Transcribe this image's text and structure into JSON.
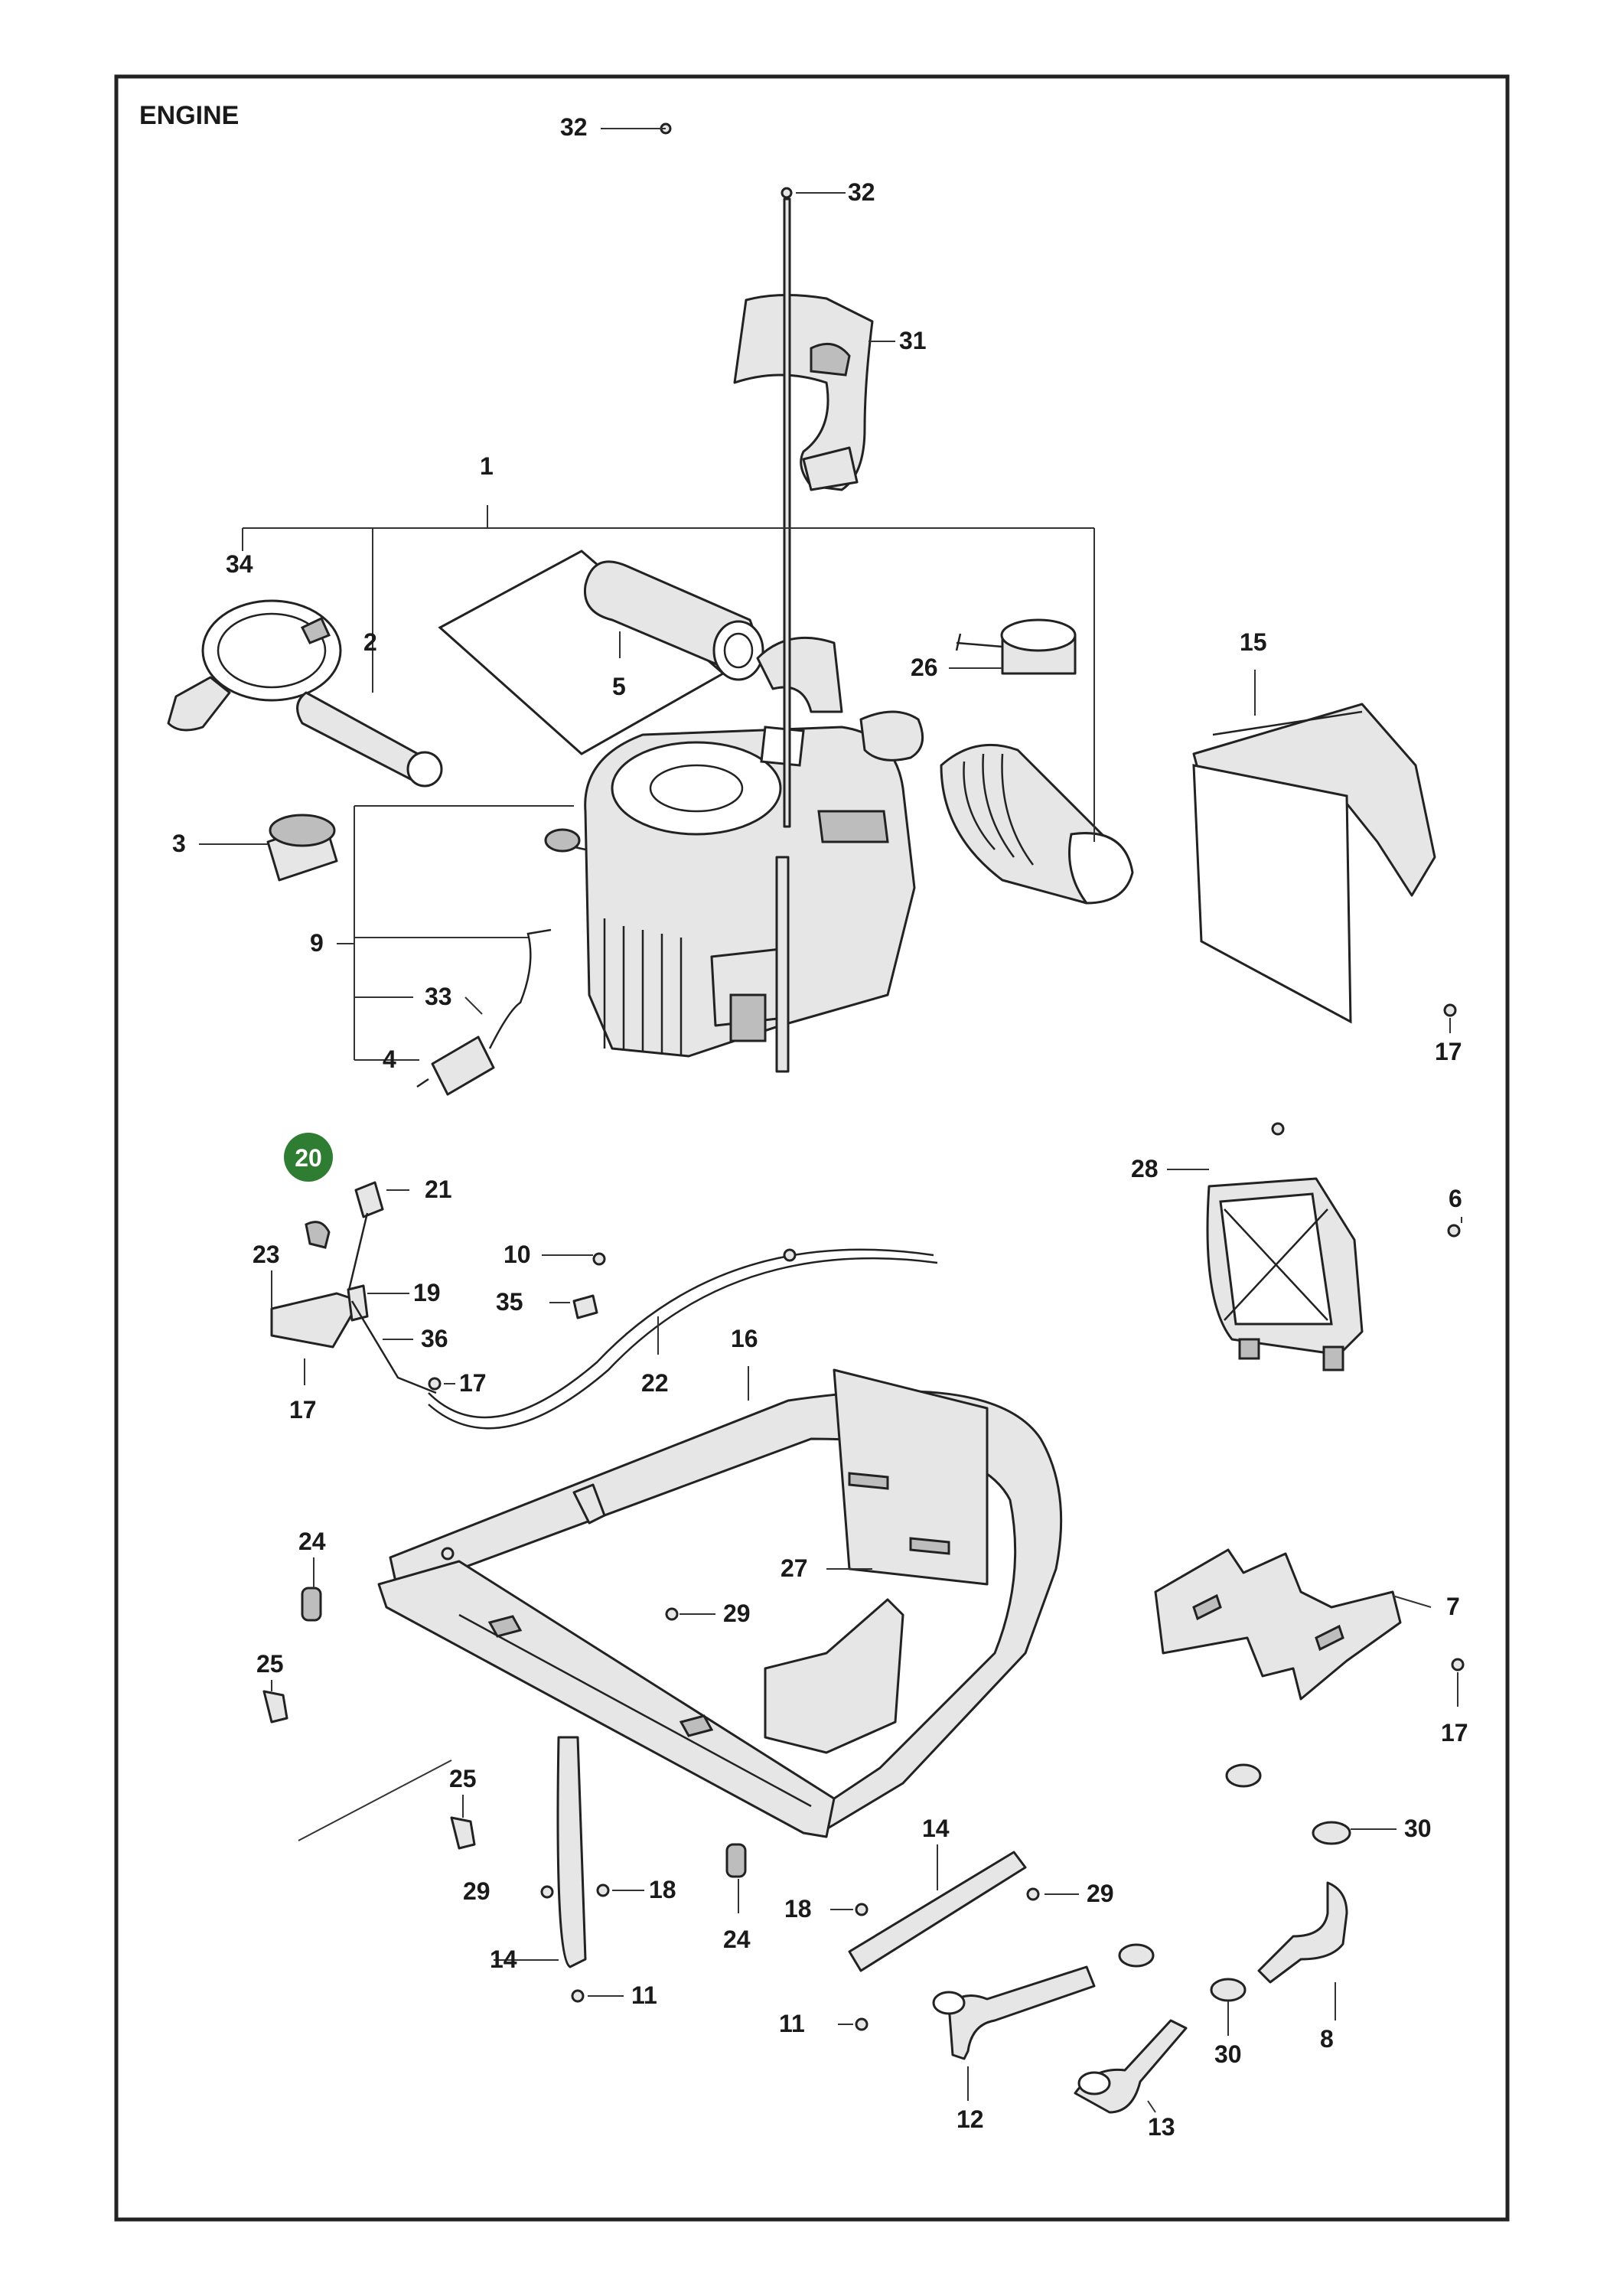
{
  "title": "ENGINE",
  "highlighted_callout": "20",
  "colors": {
    "highlight": "#2f7d32",
    "line": "#222222",
    "part_fill": "#e6e6e6"
  },
  "callouts": [
    {
      "id": "c32a",
      "label": "32"
    },
    {
      "id": "c32b",
      "label": "32"
    },
    {
      "id": "c31",
      "label": "31"
    },
    {
      "id": "c1",
      "label": "1"
    },
    {
      "id": "c34",
      "label": "34"
    },
    {
      "id": "c2",
      "label": "2"
    },
    {
      "id": "c5",
      "label": "5"
    },
    {
      "id": "c26",
      "label": "26"
    },
    {
      "id": "c15",
      "label": "15"
    },
    {
      "id": "c3",
      "label": "3"
    },
    {
      "id": "c9",
      "label": "9"
    },
    {
      "id": "c33",
      "label": "33"
    },
    {
      "id": "c4",
      "label": "4"
    },
    {
      "id": "c17a",
      "label": "17"
    },
    {
      "id": "c10",
      "label": "10"
    },
    {
      "id": "c21",
      "label": "21"
    },
    {
      "id": "c28",
      "label": "28"
    },
    {
      "id": "c6",
      "label": "6"
    },
    {
      "id": "c23",
      "label": "23"
    },
    {
      "id": "c19",
      "label": "19"
    },
    {
      "id": "c35",
      "label": "35"
    },
    {
      "id": "c36",
      "label": "36"
    },
    {
      "id": "c17b",
      "label": "17"
    },
    {
      "id": "c17c",
      "label": "17"
    },
    {
      "id": "c22",
      "label": "22"
    },
    {
      "id": "c16",
      "label": "16"
    },
    {
      "id": "c24a",
      "label": "24"
    },
    {
      "id": "c27",
      "label": "27"
    },
    {
      "id": "c7",
      "label": "7"
    },
    {
      "id": "c29a",
      "label": "29"
    },
    {
      "id": "c17d",
      "label": "17"
    },
    {
      "id": "c25a",
      "label": "25"
    },
    {
      "id": "c25b",
      "label": "25"
    },
    {
      "id": "c14a",
      "label": "14"
    },
    {
      "id": "c30a",
      "label": "30"
    },
    {
      "id": "c18a",
      "label": "18"
    },
    {
      "id": "c29b",
      "label": "29"
    },
    {
      "id": "c29c",
      "label": "29"
    },
    {
      "id": "c18b",
      "label": "18"
    },
    {
      "id": "c24b",
      "label": "24"
    },
    {
      "id": "c14b",
      "label": "14"
    },
    {
      "id": "c11a",
      "label": "11"
    },
    {
      "id": "c11b",
      "label": "11"
    },
    {
      "id": "c8",
      "label": "8"
    },
    {
      "id": "c30b",
      "label": "30"
    },
    {
      "id": "c12",
      "label": "12"
    },
    {
      "id": "c13",
      "label": "13"
    }
  ]
}
